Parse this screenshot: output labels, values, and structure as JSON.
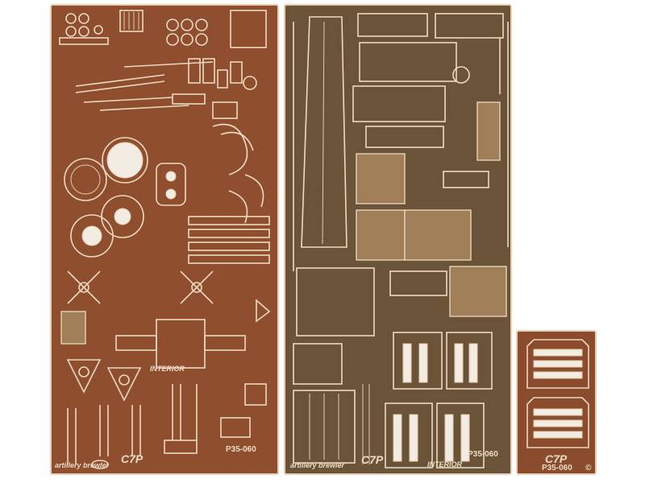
{
  "sheet": {
    "colors": {
      "fret_copper": "#8f4f2f",
      "fret_olive": "#6b5337",
      "etch_highlight": "#ecd9c3",
      "background": "#ffffff"
    }
  },
  "fret_a": {
    "label_prefix": "artillery brewler",
    "label_model": "C7P",
    "label_suffix": "INTERIOR",
    "code": "P35-060"
  },
  "fret_b": {
    "label_prefix": "artillery brewler",
    "label_model": "C7P",
    "label_suffix": "INTERIOR",
    "code": "P35-060"
  },
  "fret_c": {
    "label_model": "C7P",
    "code": "P35-060",
    "copyright": "©"
  }
}
